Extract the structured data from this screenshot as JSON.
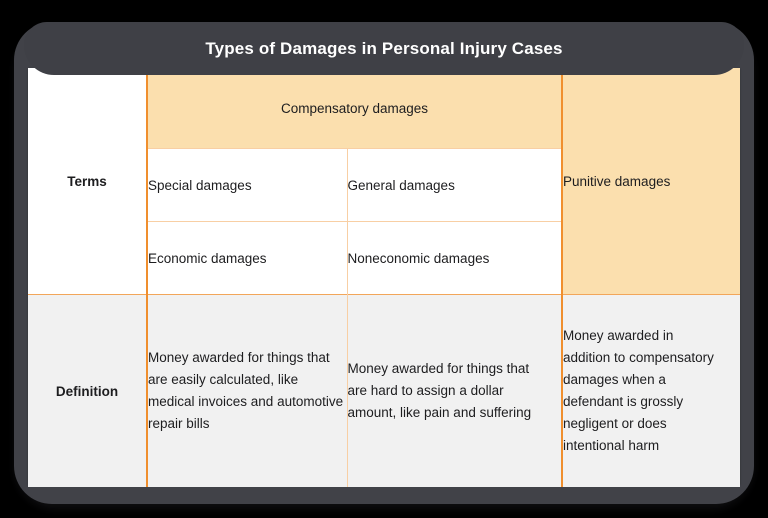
{
  "header": {
    "title": "Types of Damages in Personal Injury Cases"
  },
  "colors": {
    "page_background": "#000000",
    "frame": "#414248",
    "titlebar": "#3f4046",
    "titlebar_text": "#ffffff",
    "header_fill": "#fbdfae",
    "definition_fill": "#f1f1f1",
    "cell_fill": "#ffffff",
    "divider_strong": "#f08f2e",
    "divider_soft": "#f8cfa4",
    "body_text": "#1d1d1f"
  },
  "table": {
    "row_labels": {
      "terms": "Terms",
      "definition": "Definition"
    },
    "group_headers": {
      "compensatory": "Compensatory damages",
      "punitive": "Punitive damages"
    },
    "terms": {
      "special": "Special damages",
      "general": "General damages",
      "economic": "Economic damages",
      "noneconomic": "Noneconomic damages"
    },
    "definitions": {
      "special": "Money awarded for things that are easily calculated, like medical invoices and automotive repair bills",
      "general": "Money awarded for things that are hard to assign a dollar amount, like pain and suffering",
      "punitive": "Money awarded in addition to compensatory damages when a defendant is grossly negligent or does intentional harm"
    }
  }
}
